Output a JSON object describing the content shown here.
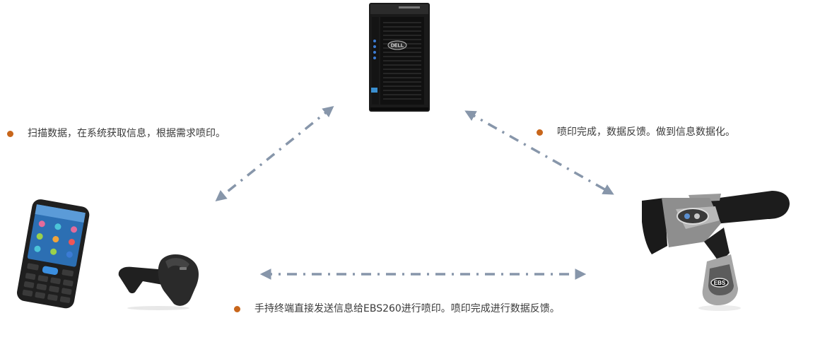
{
  "captions": {
    "scan": "扫描数据，在系统获取信息，根据需求喷印。",
    "feedback": "喷印完成，数据反馈。做到信息数据化。",
    "handheld": "手持终端直接发送信息给EBS260进行喷印。喷印完成进行数据反馈。"
  },
  "server": {
    "brand": "DELL"
  },
  "printer": {
    "brand": "EBS"
  },
  "colors": {
    "bullet": "#c8661b",
    "arrow": "#8796aa",
    "device_dark": "#1e1e1e"
  }
}
